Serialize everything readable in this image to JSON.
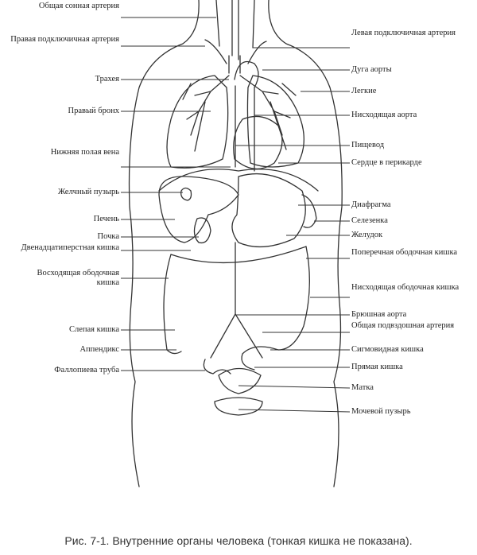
{
  "labels_left": [
    "Общая сонная артерия",
    "Правая подключичная артерия",
    "Трахея",
    "Правый бронх",
    "Нижняя полая вена",
    "Желчный пузырь",
    "Печень",
    "Почка",
    "Двенадцатиперстная кишка",
    "Восходящая ободочная кишка",
    "Слепая кишка",
    "Аппендикс",
    "Фаллопиева труба"
  ],
  "labels_right": [
    "Левая подключичная артерия",
    "Дуга аорты",
    "Легкие",
    "Нисходящая аорта",
    "Пищевод",
    "Сердце в перикарде",
    "Диафрагма",
    "Селезенка",
    "Желудок",
    "Поперечная ободочная кишка",
    "Нисходящая ободочная кишка",
    "Брюшная аорта",
    "Общая подвздошная артерия",
    "Сигмовидная кишка",
    "Прямая кишка",
    "Матка",
    "Мочевой пузырь"
  ],
  "caption": "Рис. 7-1. Внутренние органы человека (тонкая кишка не показана).",
  "colors": {
    "line": "#333333",
    "organ": "#555555",
    "background": "#ffffff"
  }
}
